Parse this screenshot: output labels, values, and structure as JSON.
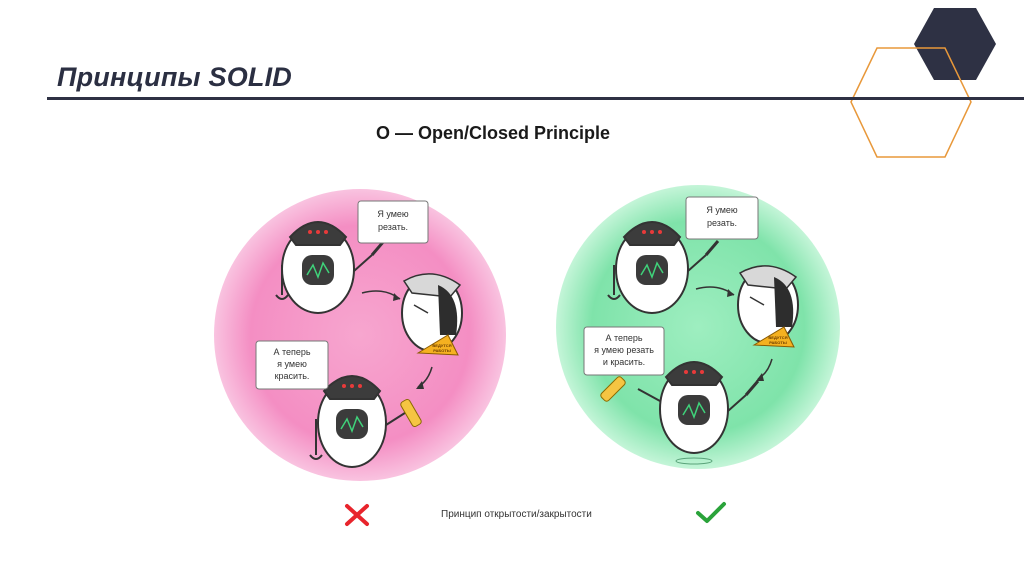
{
  "slide": {
    "title": "Принципы SOLID",
    "subtitle": "O — Open/Closed Principle",
    "caption": "Принцип открытости/закрытости"
  },
  "left_panel": {
    "bubble_top": [
      "Я умею",
      "резать."
    ],
    "bubble_bottom": [
      "А теперь",
      "я умею",
      "красить."
    ],
    "sign": [
      "ВЕДУТСЯ",
      "РАБОТЫ"
    ],
    "verdict_icon": "cross-icon",
    "bg_color": "#f59bc9"
  },
  "right_panel": {
    "bubble_top": [
      "Я умею",
      "резать."
    ],
    "bubble_bottom": [
      "А теперь",
      "я умею резать",
      "и красить."
    ],
    "sign": [
      "ВЕДУТСЯ",
      "РАБОТЫ"
    ],
    "verdict_icon": "check-icon",
    "bg_color": "#8fe8b3"
  },
  "colors": {
    "title": "#2b2f42",
    "hex_dark": "#2e3144",
    "hex_outline": "#e8983a",
    "cross": "#e8242c",
    "check": "#2aa33a"
  }
}
